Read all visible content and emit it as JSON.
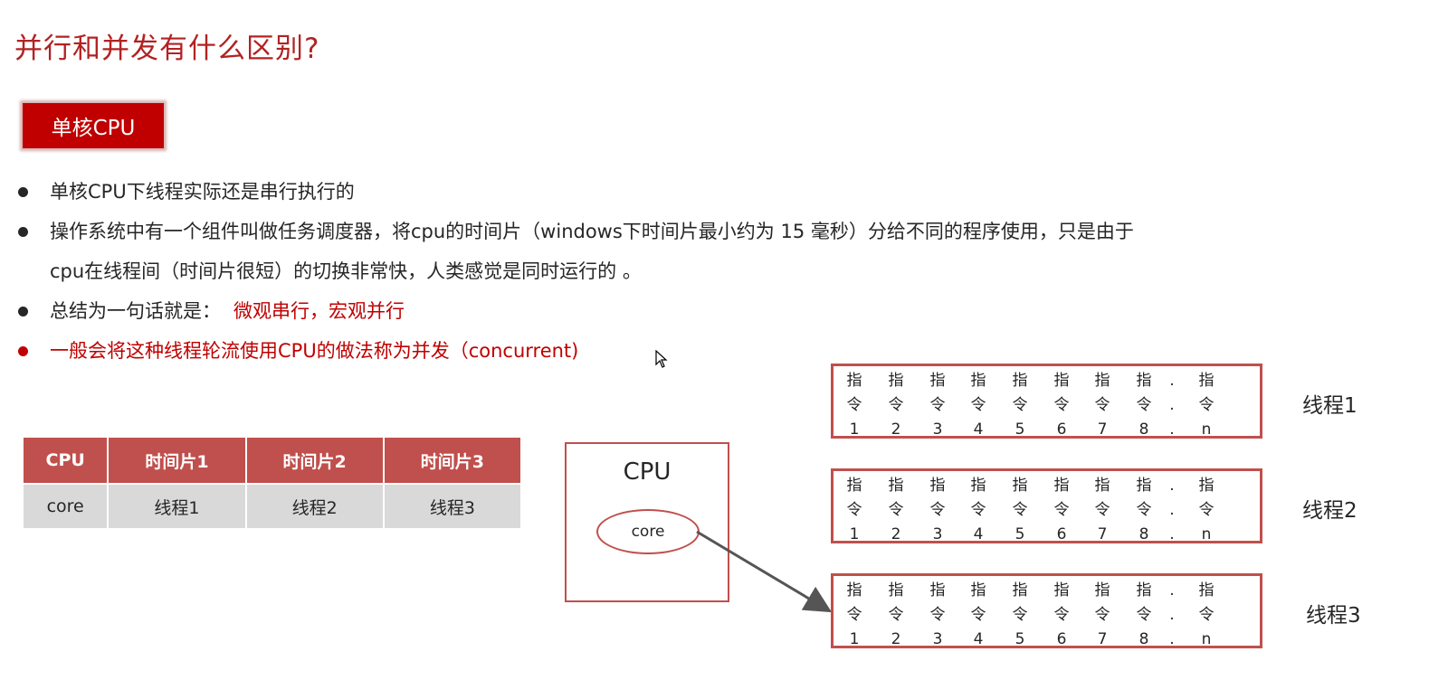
{
  "title": "并行和并发有什么区别?",
  "tag": "单核CPU",
  "bullets": {
    "b1": "单核CPU下线程实际还是串行执行的",
    "b2_line1": "操作系统中有一个组件叫做任务调度器，将cpu的时间片（windows下时间片最小约为 15 毫秒）分给不同的程序使用，只是由于",
    "b2_line2": "cpu在线程间（时间片很短）的切换非常快，人类感觉是同时运行的 。",
    "b3_prefix": "总结为一句话就是：",
    "b3_highlight": "微观串行，宏观并行",
    "b4": "一般会将这种线程轮流使用CPU的做法称为并发（concurrent)"
  },
  "schedule_table": {
    "headers": [
      "CPU",
      "时间片1",
      "时间片2",
      "时间片3"
    ],
    "row": [
      "core",
      "线程1",
      "线程2",
      "线程3"
    ]
  },
  "diagram": {
    "cpu_label": "CPU",
    "core_label": "core",
    "instruction_line1": "指",
    "instruction_line2": "令",
    "instruction_numbers": [
      "1",
      "2",
      "3",
      "4",
      "5",
      "6",
      "7",
      "8",
      ".",
      "n"
    ],
    "ellipsis": ".",
    "threads": [
      "线程1",
      "线程2",
      "线程3"
    ]
  },
  "colors": {
    "accent": "#c00000",
    "header_fill": "#c0504d",
    "row_fill": "#d9d9d9"
  }
}
